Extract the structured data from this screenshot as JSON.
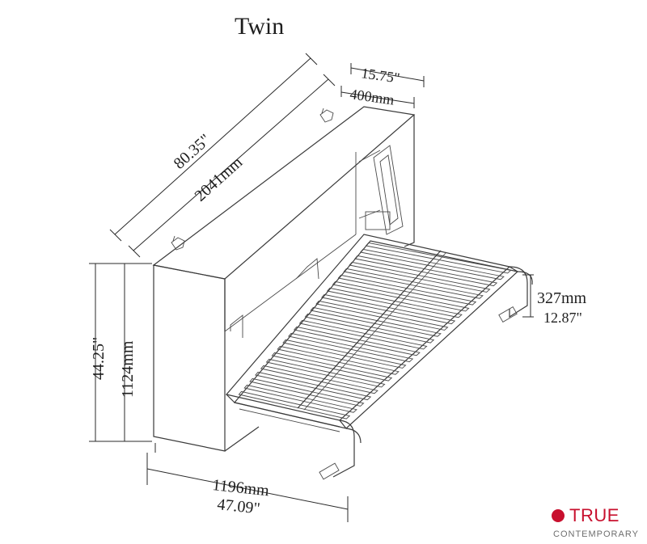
{
  "title": "Twin",
  "dimensions": {
    "depth_in": "15.75\"",
    "depth_mm": "400mm",
    "length_in": "80.35\"",
    "length_mm": "2041mm",
    "frame_mm": "327mm",
    "frame_in": "12.87\"",
    "height_in": "44.25\"",
    "height_mm": "1124mm",
    "width_mm": "1196mm",
    "width_in": "47.09\""
  },
  "logo": {
    "word_top": "TRUE",
    "word_bottom": "CONTEMPORARY",
    "color": "#c8102e"
  },
  "colors": {
    "line": "#3a3a3a",
    "text": "#1e1e1e"
  }
}
